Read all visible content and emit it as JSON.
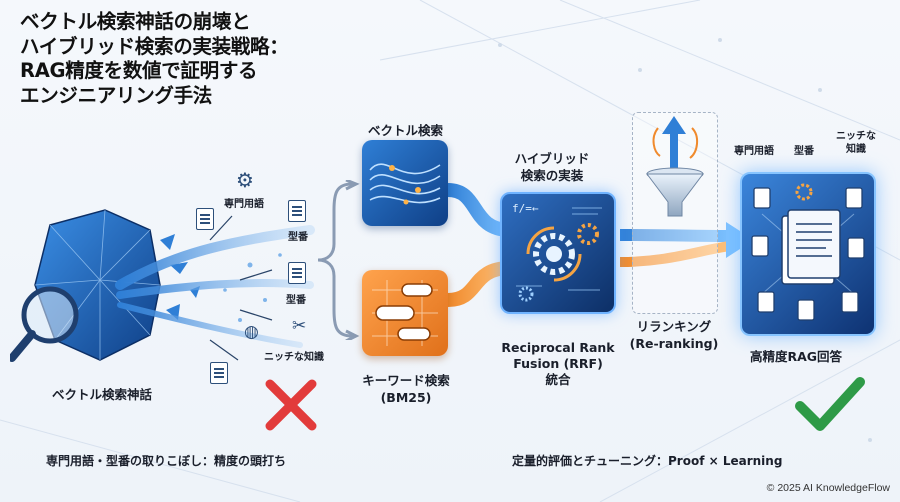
{
  "title": {
    "line1": "ベクトル検索神話の崩壊と",
    "line2": "ハイブリッド検索の実装戦略：",
    "line3": "RAG精度を数値で証明する",
    "line4": "エンジニアリング手法"
  },
  "left": {
    "caption": "ベクトル検索神話",
    "tags": {
      "terms": "専門用語",
      "model1": "型番",
      "model2": "型番",
      "niche": "ニッチな知識"
    },
    "footer": "専門用語・型番の取りこぼし：精度の頭打ち"
  },
  "vector": {
    "label": "ベクトル検索"
  },
  "keyword": {
    "label": "キーワード検索",
    "sublabel": "(BM25)"
  },
  "hybrid": {
    "label1": "ハイブリッド",
    "label2": "検索の実装",
    "formula": "f/=←",
    "rrf1": "Reciprocal Rank",
    "rrf2": "Fusion (RRF)",
    "rrf3": "統合"
  },
  "rerank": {
    "label1": "リランキング",
    "label2": "(Re-ranking)"
  },
  "result": {
    "tag_terms": "専門用語",
    "tag_model": "型番",
    "tag_niche1": "ニッチな",
    "tag_niche2": "知識",
    "caption": "高精度RAG回答"
  },
  "footer_right": "定量的評価とチューニング：Proof × Learning",
  "copyright": "© 2025 AI KnowledgeFlow",
  "colors": {
    "blue": "#2f7fd6",
    "orange": "#f08a2c",
    "navy": "#1f3f6e",
    "red": "#e23b3b",
    "green": "#2e9a47"
  }
}
